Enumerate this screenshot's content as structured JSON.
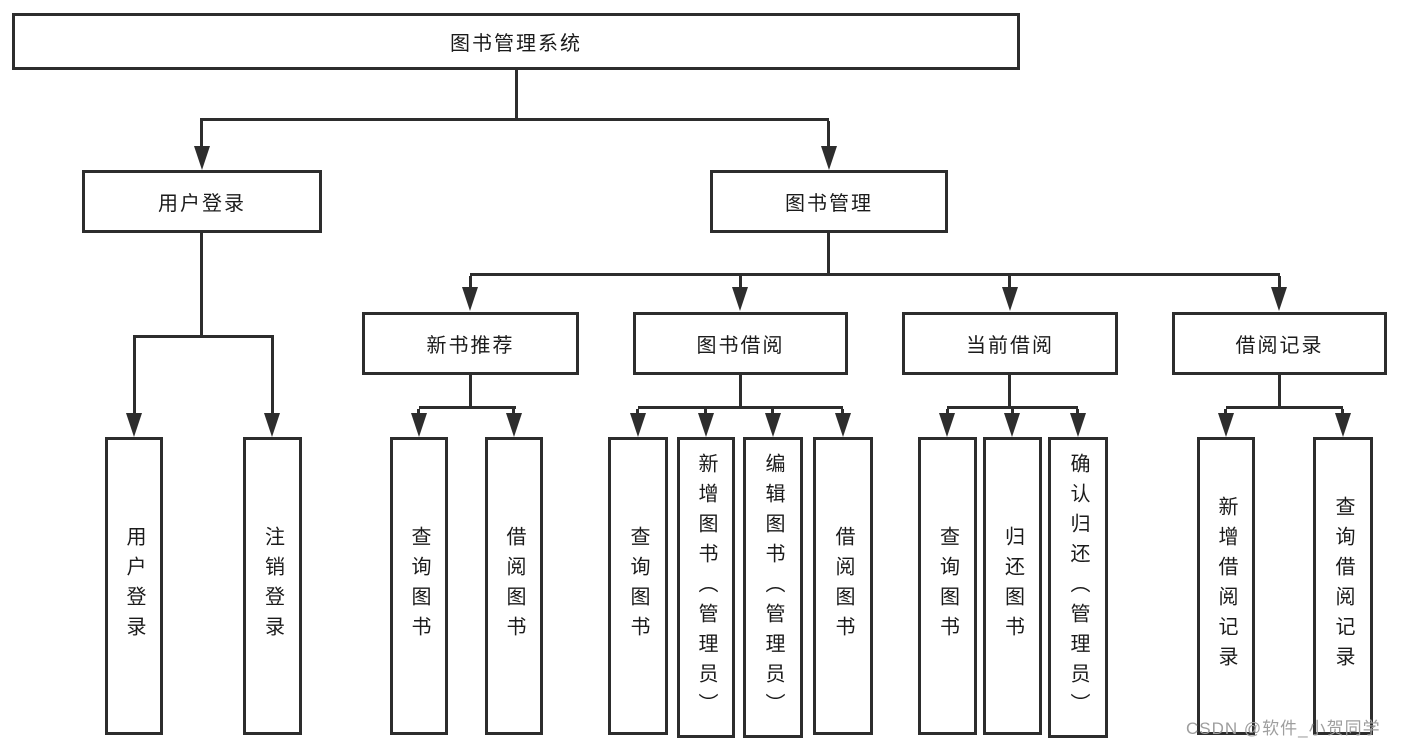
{
  "tree": {
    "root": {
      "label": "图书管理系统"
    },
    "branches": [
      {
        "label": "用户登录",
        "children": [
          "用户登录",
          "注销登录"
        ]
      },
      {
        "label": "图书管理",
        "groups": [
          {
            "label": "新书推荐",
            "children": [
              "查询图书",
              "借阅图书"
            ]
          },
          {
            "label": "图书借阅",
            "children": [
              "查询图书",
              "新增图书（管理员）",
              "编辑图书（管理员）",
              "借阅图书"
            ]
          },
          {
            "label": "当前借阅",
            "children": [
              "查询图书",
              "归还图书",
              "确认归还（管理员）"
            ]
          },
          {
            "label": "借阅记录",
            "children": [
              "新增借阅记录",
              "查询借阅记录"
            ]
          }
        ]
      }
    ]
  },
  "watermark": "CSDN @软件_小贺同学",
  "colors": {
    "line": "#2d2d2d",
    "text": "#1b1b1b",
    "watermark": "#9e9e9e",
    "background": "#ffffff"
  }
}
